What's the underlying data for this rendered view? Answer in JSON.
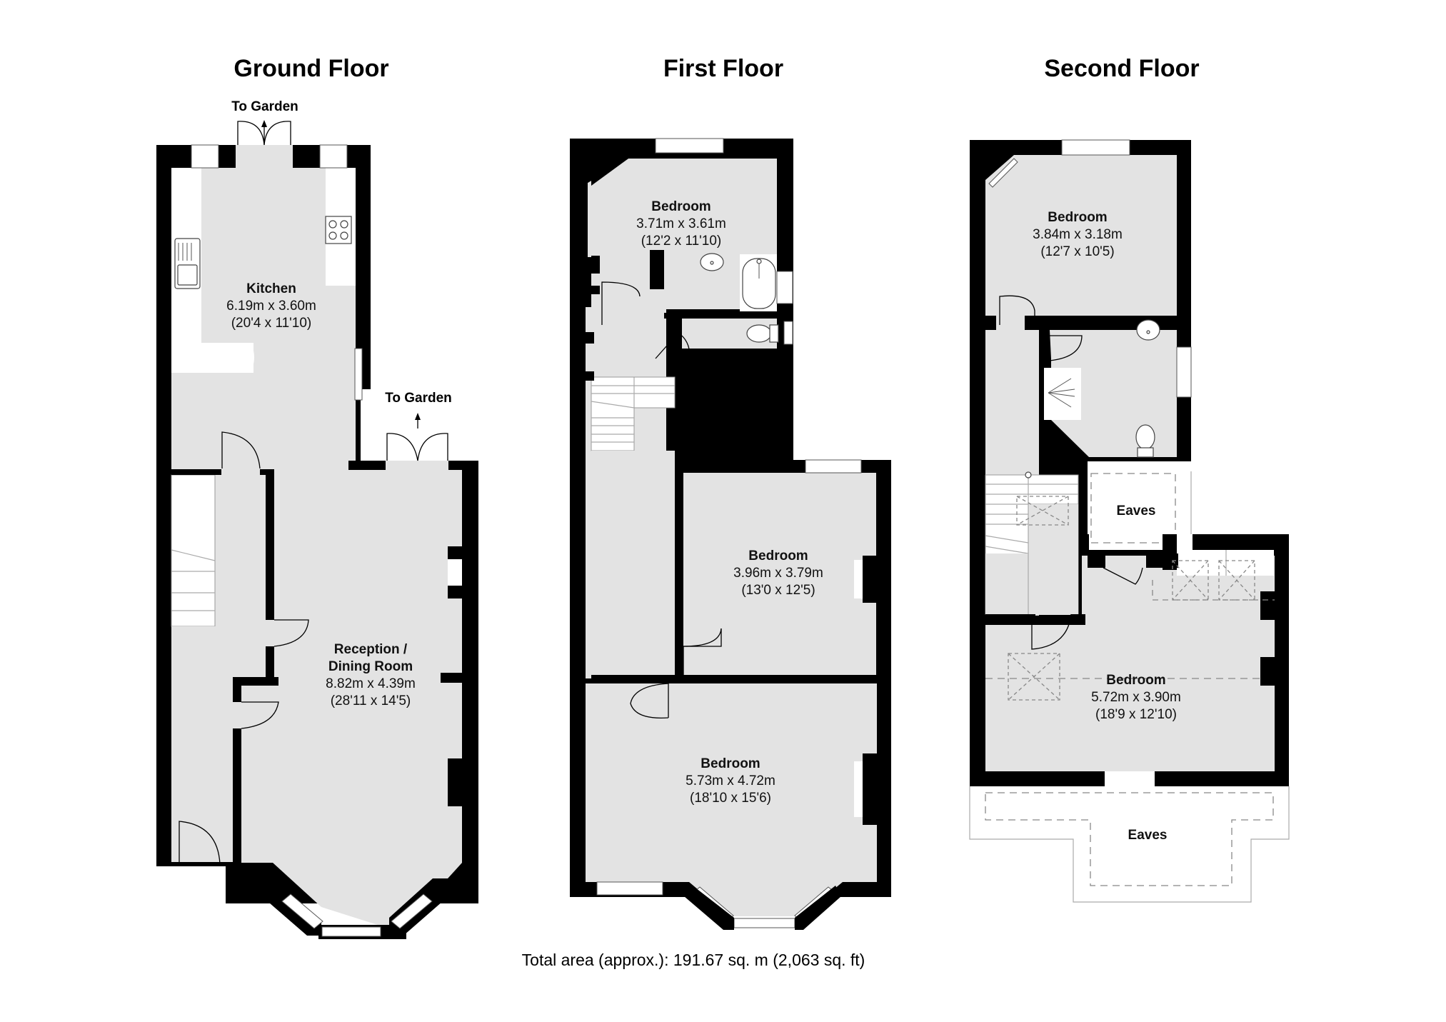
{
  "floors": {
    "ground": {
      "title": "Ground Floor",
      "garden_label_rear": "To Garden",
      "garden_label_side": "To Garden",
      "rooms": [
        {
          "name": "Kitchen",
          "metric": "6.19m x 3.60m",
          "imperial": "(20'4 x 11'10)"
        },
        {
          "name_line1": "Reception /",
          "name_line2": "Dining Room",
          "metric": "8.82m x 4.39m",
          "imperial": "(28'11 x 14'5)"
        }
      ]
    },
    "first": {
      "title": "First Floor",
      "rooms": [
        {
          "name": "Bedroom",
          "metric": "3.71m x 3.61m",
          "imperial": "(12'2 x 11'10)"
        },
        {
          "name": "Bedroom",
          "metric": "3.96m x 3.79m",
          "imperial": "(13'0 x 12'5)"
        },
        {
          "name": "Bedroom",
          "metric": "5.73m x 4.72m",
          "imperial": "(18'10 x 15'6)"
        }
      ]
    },
    "second": {
      "title": "Second Floor",
      "rooms": [
        {
          "name": "Bedroom",
          "metric": "3.84m x 3.18m",
          "imperial": "(12'7 x 10'5)"
        },
        {
          "name": "Bedroom",
          "metric": "5.72m x 3.90m",
          "imperial": "(18'9 x 12'10)"
        }
      ],
      "eaves_upper": "Eaves",
      "eaves_lower": "Eaves"
    }
  },
  "total_area": "Total area (approx.): 191.67 sq. m (2,063 sq. ft)",
  "colors": {
    "wall": "#000000",
    "floor": "#e3e3e3",
    "background": "#ffffff"
  }
}
